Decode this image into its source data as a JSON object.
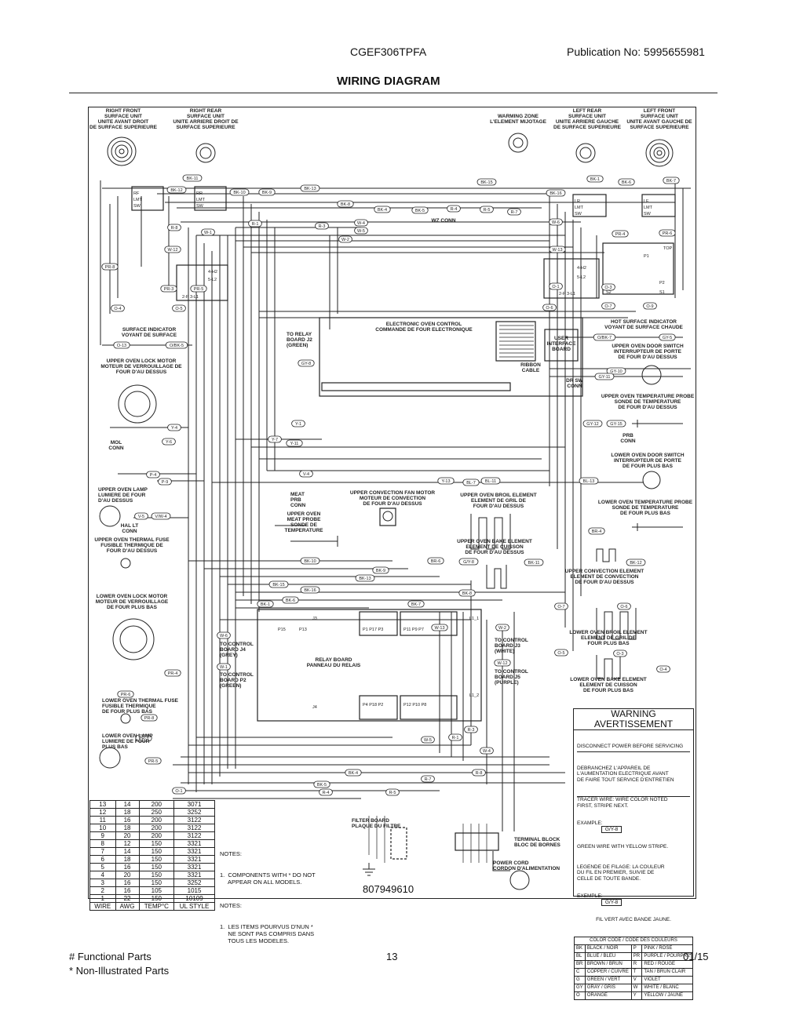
{
  "header": {
    "model": "CGEF306TPFA",
    "publication": "Publication No:  5995655981",
    "title": "WIRING DIAGRAM"
  },
  "components": {
    "rf_unit": "RIGHT FRONT\nSURFACE UNIT\nUNITE AVANT DROIT\nDE SURFACE SUPERIEURE",
    "rr_unit": "RIGHT REAR\nSURFACE UNIT\nUNITE ARRIERE DROIT DE\nSURFACE SUPERIEURE",
    "warm_zone": "WARMING ZONE\nL'ELEMENT MIJOTAGE",
    "lr_unit": "LEFT REAR\nSURFACE UNIT\nUNITE ARRIERE GAUCHE\nDE SURFACE SUPERIEURE",
    "lf_unit": "LEFT FRONT\nSURFACE UNIT\nUNITE AVANT GAUCHE DE\nSURFACE SUPERIEURE",
    "wz_conn": "WZ CONN",
    "surface_indicator": "SURFACE INDICATOR\nVOYANT DE SURFACE",
    "hot_surface": "HOT SURFACE INDICATOR\nVOYANT DE SURFACE CHAUDE",
    "eoc": "ELECTRONIC OVEN CONTROL\nCOMMANDE DE FOUR ELECTRONIQUE",
    "to_relay_j2": "TO RELAY\nBOARD J2\n(GREEN)",
    "ui_board": "USER\nINTERFACE\nBOARD",
    "ribbon": "RIBBON\nCABLE",
    "upper_lock": "UPPER OVEN LOCK MOTOR\nMOTEUR DE VERROUILLAGE DE\nFOUR D'AU DESSUS",
    "upper_door_sw": "UPPER OVEN DOOR SWITCH\nINTERRUPTEUR DE PORTE\nDE FOUR D'AU DESSUS",
    "dr_sw_conn": "DR SW\nCONN",
    "upper_probe": "UPPER OVEN TEMPERATURE PROBE\nSONDE DE TEMPERATURE\nDE FOUR D'AU DESSUS",
    "prb_conn": "PRB\nCONN",
    "lower_door_sw": "LOWER OVEN DOOR SWITCH\nINTERRUPTEUR DE PORTE\nDE FOUR PLUS BAS",
    "lower_probe": "LOWER OVEN TEMPERATURE PROBE\nSONDE DE TEMPERATURE\nDE FOUR PLUS BAS",
    "mol_conn": "MOL\nCONN",
    "upper_lamp": "UPPER OVEN LAMP\nLUMIERE DE FOUR\nD'AU DESSUS",
    "hal_lt_conn": "HAL LT\nCONN",
    "meat_prb": "MEAT\nPRB\nCONN",
    "meat_probe": "UPPER OVEN\nMEAT PROBE\nSONDE DE\nTEMPERATURE",
    "conv_fan": "UPPER CONVECTION FAN MOTOR\nMOTEUR DE CONVECTION\nDE FOUR D'AU DESSUS",
    "upper_broil": "UPPER OVEN BROIL ELEMENT\nELEMENT DE GRIL DE\nFOUR D'AU DESSUS",
    "upper_bake": "UPPER OVEN BAKE ELEMENT\nELEMENT DE CUISSON\nDE FOUR D'AU DESSUS",
    "upper_conv_el": "UPPER CONVECTION ELEMENT\nELEMENT DE CONVECTION\nDE FOUR D'AU DESSUS",
    "upper_fuse": "UPPER OVEN THERMAL FUSE\nFUSIBLE THERMIQUE DE\nFOUR D'AU DESSUS",
    "lower_lock": "LOWER OVEN LOCK MOTOR\nMOTEUR DE VERROUILLAGE\nDE FOUR PLUS BAS",
    "relay_board": "RELAY BOARD\nPANNEAU DU RELAIS",
    "to_ctrl_j4": "TO CONTROL\nBOARD J4\n(GREY)",
    "to_ctrl_j2": "TO CONTROL\nBOARD P2\n(GREEN)",
    "to_ctrl_j3": "TO CONTROL\nBOARD J3\n(WHITE)",
    "to_ctrl_j5": "TO CONTROL\nBOARD J5\n(PURPLE)",
    "lower_broil": "LOWER OVEN BROIL ELEMENT\nELEMENT DE GRIL DE\nFOUR PLUS BAS",
    "lower_bake": "LOWER OVEN BAKE ELEMENT\nELEMENT DE CUISSON\nDE FOUR PLUS BAS",
    "lower_fuse": "LOWER OVEN THERMAL FUSE\nFUSIBLE THERMIQUE\nDE FOUR PLUS BAS",
    "lower_lamp": "LOWER OVEN LAMP\nLUMIERE DE FOUR\nPLUS BAS",
    "filter_board": "FILTER BOARD\nPLAQUE DU FILTRE",
    "terminal_block": "TERMINAL BLOCK\nBLOC DE BORNES",
    "power_cord": "POWER CORD\nCORDON D'ALIMENTATION",
    "part_number": "807949610",
    "top": "TOP"
  },
  "wire_tags": [
    "BK-11",
    "BK-12",
    "BK-10",
    "BK-9",
    "BK-13",
    "BK-15",
    "BK-16",
    "BK-1",
    "BK-6",
    "BK-7",
    "BK-8",
    "BK-4",
    "BK-5",
    "R-4",
    "R-5",
    "R-7",
    "R-8",
    "R-1",
    "R-3",
    "W-4",
    "W-5",
    "W-6",
    "W-1",
    "W-2",
    "W-12",
    "W-13",
    "PR-4",
    "PR-6",
    "PR-8",
    "PR-3",
    "PR-5",
    "O-1",
    "O-3",
    "O-4",
    "O-5",
    "O-6",
    "O-7",
    "O-9",
    "O-13",
    "O/BK-5",
    "O/BK-7",
    "GY-5",
    "GY-8",
    "GY-10",
    "GY-11",
    "GY-12",
    "GY-15",
    "Y-1",
    "Y-4",
    "Y-6",
    "Y-7",
    "Y-11",
    "Y-13",
    "BL-7",
    "BL-11",
    "BL-13",
    "P-4",
    "P-9",
    "V-4",
    "V-5",
    "V/W-4",
    "BR-4",
    "BR-6",
    "G/Y-8"
  ],
  "wire_table": {
    "headers": [
      "WIRE",
      "AWG",
      "TEMP°C",
      "UL STYLE"
    ],
    "rows": [
      [
        "13",
        "14",
        "200",
        "3071"
      ],
      [
        "12",
        "18",
        "250",
        "3252"
      ],
      [
        "11",
        "16",
        "200",
        "3122"
      ],
      [
        "10",
        "18",
        "200",
        "3122"
      ],
      [
        "9",
        "20",
        "200",
        "3122"
      ],
      [
        "8",
        "12",
        "150",
        "3321"
      ],
      [
        "7",
        "14",
        "150",
        "3321"
      ],
      [
        "6",
        "18",
        "150",
        "3321"
      ],
      [
        "5",
        "16",
        "150",
        "3321"
      ],
      [
        "4",
        "20",
        "150",
        "3321"
      ],
      [
        "3",
        "16",
        "150",
        "3252"
      ],
      [
        "2",
        "16",
        "105",
        "1015"
      ],
      [
        "1",
        "22",
        "150",
        "10109"
      ]
    ]
  },
  "notes": {
    "h1": "NOTES:",
    "n1": "1.  COMPONENTS WITH * DO NOT\n     APPEAR ON ALL MODELS.",
    "h2": "NOTES:",
    "n2": "1.  LES ITEMS POURVUS D'NUN *\n     NE SONT PAS COMPRIS DANS\n     TOUS LES MODELES."
  },
  "warning": {
    "title1": "WARNING",
    "title2": "AVERTISSEMENT",
    "l1": "DISCONNECT POWER BEFORE SERVICING",
    "l2": "DEBRANCHEZ L'APPAREIL DE\nL'AUMENTATION ELECTRIQUE AVANT\nDE FAIRE TOUT SERVICE D'ENTRETIEN",
    "l3": "TRACER WIRE: WIRE COLOR NOTED\nFIRST, STRIPE NEXT.",
    "ex1": "EXAMPLE:",
    "ex1v": "G/Y-8",
    "l4": "GREEN WIRE WITH YELLOW STRIPE.",
    "l5": "LEGENDE DE FILAGE: LA COULEUR\nDU FIL EN PREMIER, SUIVIE DE\nCELLE DE TOUTE BANDE.",
    "ex2": "EXEMPLE:",
    "ex2v": "G/Y-8",
    "l6": "FIL VERT AVEC BANDE JAUNE.",
    "codes_title": "COLOR CODE / CODE DES COULEURS",
    "codes": [
      [
        "BK",
        "BLACK / NOIR",
        "P",
        "PINK / ROSE"
      ],
      [
        "BL",
        "BLUE / BLEU",
        "PR",
        "PURPLE / POURPRE"
      ],
      [
        "BR",
        "BROWN / BRUN",
        "R",
        "RED / ROUGE"
      ],
      [
        "C",
        "COPPER / CUIVRE",
        "T",
        "TAN / BRUN CLAIR"
      ],
      [
        "G",
        "GREEN / VERT",
        "V",
        "VIOLET"
      ],
      [
        "GY",
        "GRAY / GRIS",
        "W",
        "WHITE / BLANC"
      ],
      [
        "O",
        "ORANGE",
        "Y",
        "YELLOW / JAUNE"
      ]
    ]
  },
  "footer": {
    "functional": "# Functional Parts",
    "non_illustrated": "* Non-Illustrated Parts",
    "page": "13",
    "date": "01/15"
  }
}
